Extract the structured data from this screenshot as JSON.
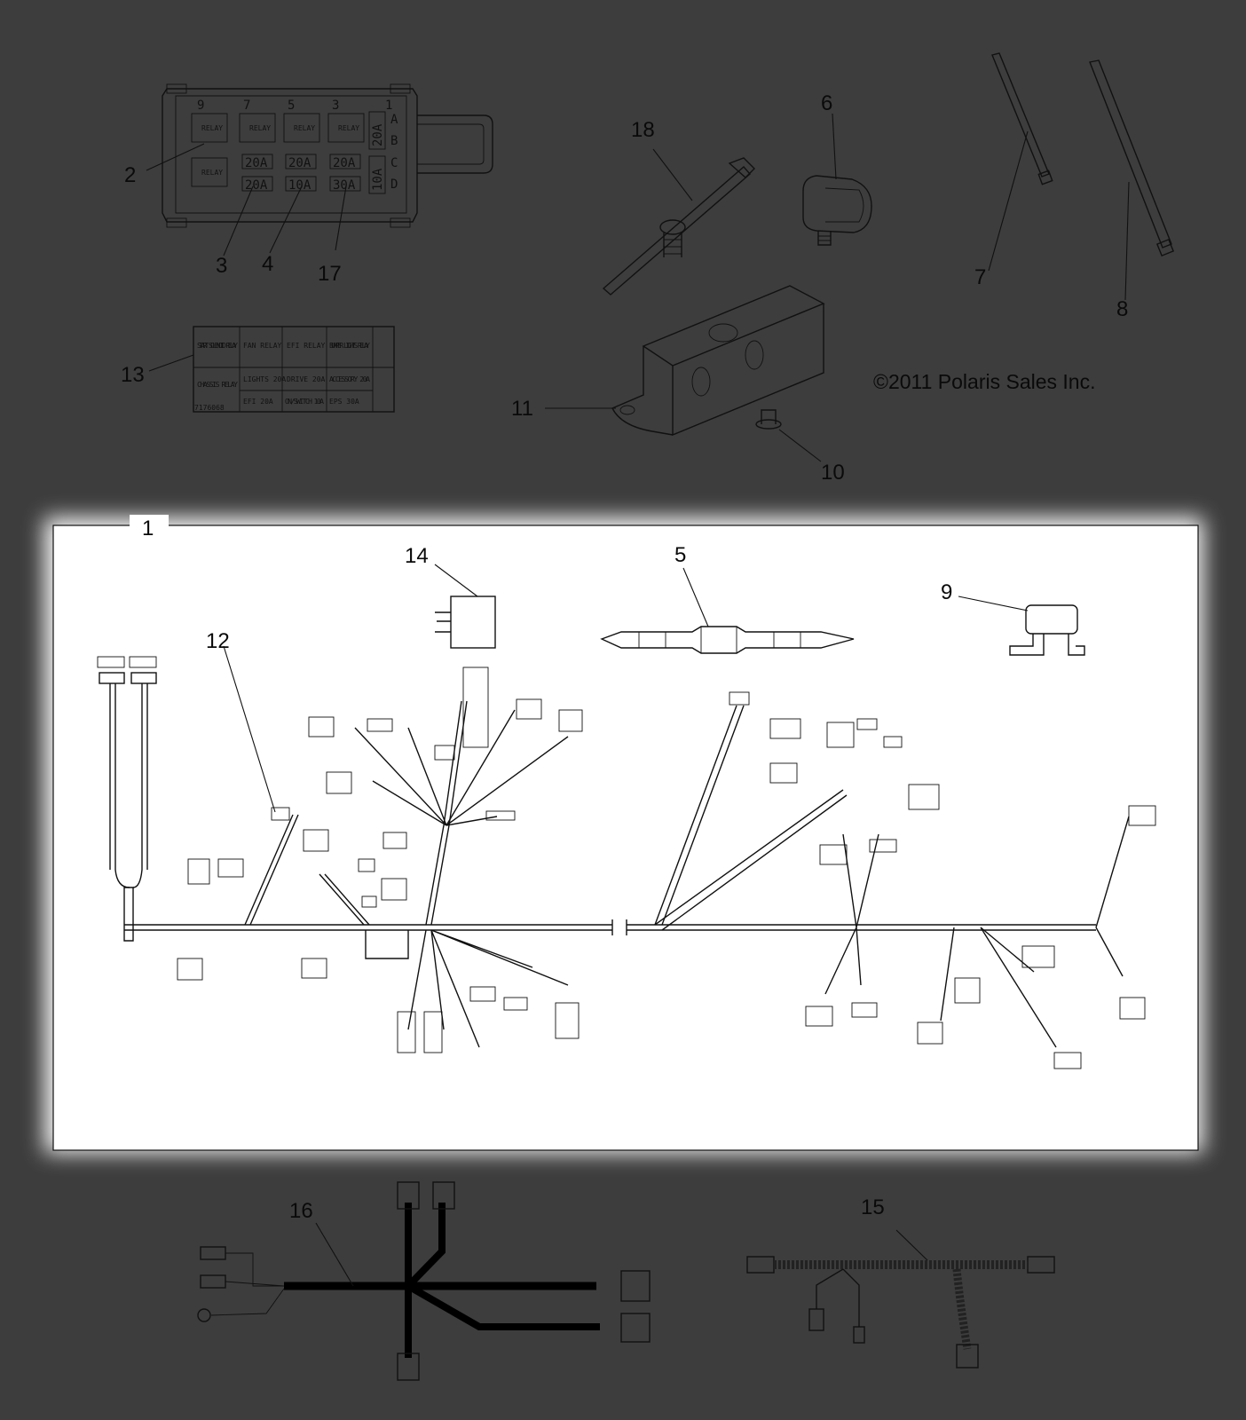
{
  "copyright": "©2011 Polaris Sales Inc.",
  "callouts": {
    "c1": "1",
    "c2": "2",
    "c3": "3",
    "c4": "4",
    "c5": "5",
    "c6": "6",
    "c7": "7",
    "c8": "8",
    "c9": "9",
    "c10": "10",
    "c11": "11",
    "c12": "12",
    "c13": "13",
    "c14": "14",
    "c15": "15",
    "c16": "16",
    "c17": "17",
    "c18": "18"
  },
  "fuse_box": {
    "top_numbers": [
      "9",
      "7",
      "5",
      "3",
      "1"
    ],
    "row_letters": [
      "A",
      "B",
      "C",
      "D"
    ],
    "relay_label": "RELAY",
    "fuses_row1": [
      "20A",
      "20A",
      "20A"
    ],
    "fuses_row2": [
      "20A",
      "10A",
      "30A"
    ],
    "side_fuses": [
      "20A",
      "10A"
    ]
  },
  "decal": {
    "r1": [
      "START SOLENOID RELAY",
      "FAN RELAY",
      "EFI RELAY",
      "BUMPER LIGHTS RELAY"
    ],
    "r2": [
      "CHASSIS RELAY",
      "LIGHTS 20A",
      "DRIVE 20A",
      "ACCESSORY 20A"
    ],
    "r3": [
      "",
      "EFI 20A",
      "ON/SWITCH 10A",
      "EPS 30A"
    ],
    "part_no": "7176068"
  }
}
